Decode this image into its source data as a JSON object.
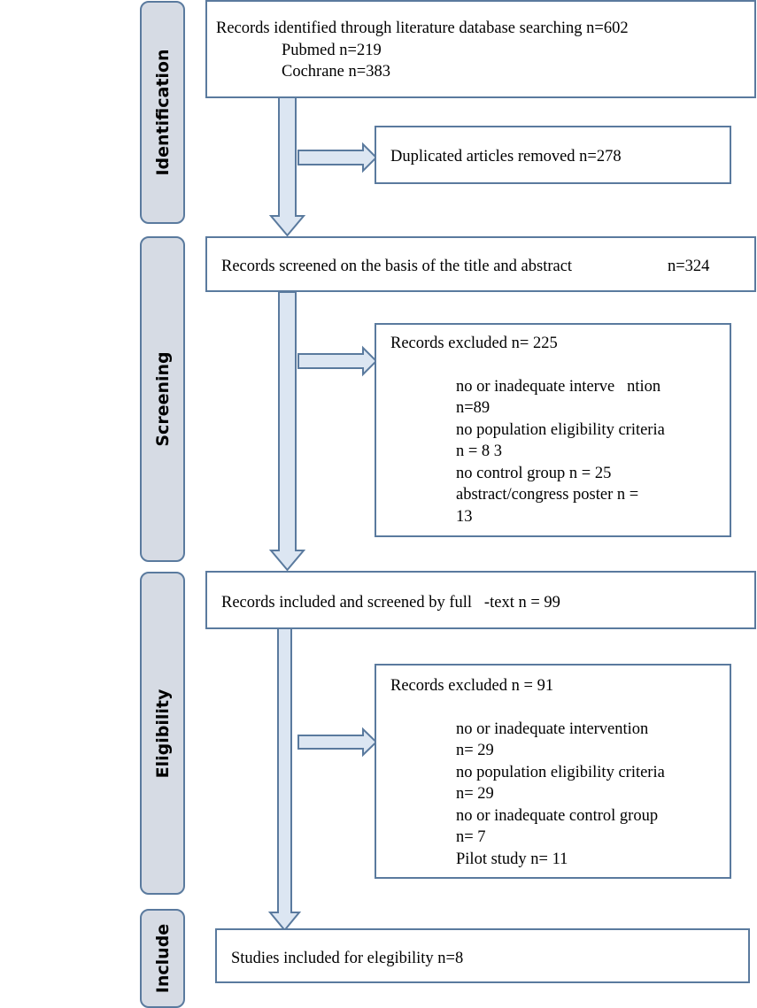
{
  "stages": {
    "identification": "Identification",
    "screening": "Screening",
    "eligibility": "Eligibility",
    "include": "Include"
  },
  "identified": {
    "title": "Records identified through literature database searching n=602",
    "pubmed": "Pubmed n=219",
    "cochrane": "Cochrane n=383"
  },
  "duplicates": {
    "text": "Duplicated articles removed n=278"
  },
  "screened": {
    "text": "Records screened on the basis of the title and abstract",
    "count": "n=324"
  },
  "excluded_screening": {
    "title": "Records excluded n= 225",
    "items": [
      "no or inadequate interve   ntion",
      "n=89",
      "no population eligibility criteria",
      "n = 8 3",
      "no control group n = 25",
      "abstract/congress poster n =",
      "13"
    ]
  },
  "fulltext": {
    "text": "Records included and screened by full   -text n = 99"
  },
  "excluded_eligibility": {
    "title": "Records excluded n = 91",
    "items": [
      "no or inadequate intervention",
      "n= 29",
      "no population eligibility criteria",
      "n= 29",
      "no or inadequate control group",
      "n= 7",
      "Pilot study n= 11"
    ]
  },
  "included": {
    "text": "Studies included for elegibility n=8"
  },
  "colors": {
    "stage_fill": "#d6dbe4",
    "border": "#5a7a9e",
    "arrow_fill": "#dce6f2"
  }
}
